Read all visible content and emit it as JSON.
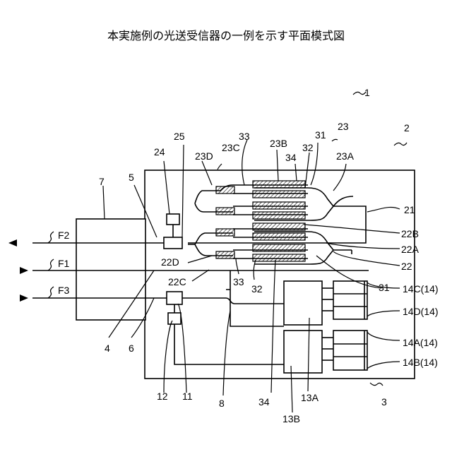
{
  "title": "本実施例の光送受信器の一例を示す平面模式図",
  "labels": {
    "l1": "1",
    "l2": "2",
    "l3": "3",
    "l4": "4",
    "l5": "5",
    "l6": "6",
    "l7": "7",
    "l8": "8",
    "l11": "11",
    "l12": "12",
    "l13A": "13A",
    "l13B": "13B",
    "l14A": "14A(14)",
    "l14B": "14B(14)",
    "l14C": "14C(14)",
    "l14D": "14D(14)",
    "l21": "21",
    "l22": "22",
    "l22A": "22A",
    "l22B": "22B",
    "l22C": "22C",
    "l22D": "22D",
    "l23": "23",
    "l23A": "23A",
    "l23B": "23B",
    "l23C": "23C",
    "l23D": "23D",
    "l24": "24",
    "l25": "25",
    "l31a": "31",
    "l31b": "31",
    "l32a": "32",
    "l32b": "32",
    "l33a": "33",
    "l33b": "33",
    "l34a": "34",
    "l34b": "34",
    "lF1": "F1",
    "lF2": "F2",
    "lF3": "F3"
  }
}
